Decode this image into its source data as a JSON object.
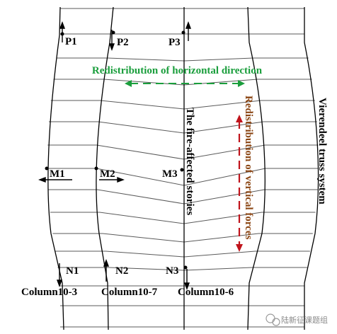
{
  "labels": {
    "p1": "P1",
    "p2": "P2",
    "p3": "P3",
    "m1": "M1",
    "m2": "M2",
    "m3": "M3",
    "n1": "N1",
    "n2": "N2",
    "n3": "N3"
  },
  "columns": [
    "Column10-3",
    "Column10-7",
    "Column10-6"
  ],
  "annotations": {
    "horizontal": "Redistribution of horizontal direction",
    "vertical": "Redistribution of vertical forces",
    "fire": "The fire-affected stories",
    "system": "Vierendeel truss system"
  },
  "watermark": "陆新征课题组",
  "colors": {
    "horizontal": "#1a9e3c",
    "vertical": "#8b4513",
    "vertical_arrow": "#c0141c",
    "line": "#000000",
    "grid": "#5a5a5a"
  },
  "icons": {
    "watermark_logo": "wechat-logo-icon"
  }
}
